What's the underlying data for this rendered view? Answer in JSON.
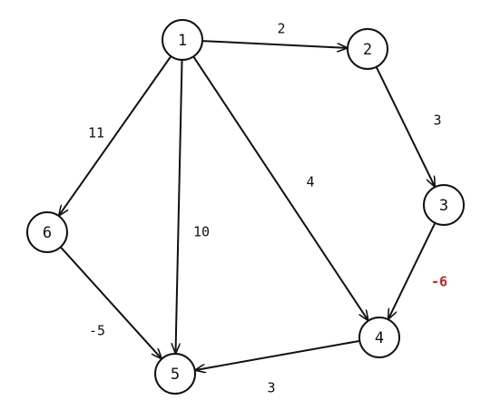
{
  "diagram": {
    "type": "directed-weighted-graph",
    "highlight_color": "#cc2222",
    "line_color": "#111111",
    "nodes": [
      {
        "id": "1",
        "label": "1"
      },
      {
        "id": "2",
        "label": "2"
      },
      {
        "id": "3",
        "label": "3"
      },
      {
        "id": "4",
        "label": "4"
      },
      {
        "id": "5",
        "label": "5"
      },
      {
        "id": "6",
        "label": "6"
      }
    ],
    "edges": [
      {
        "from": "1",
        "to": "2",
        "weight": "2"
      },
      {
        "from": "2",
        "to": "3",
        "weight": "3"
      },
      {
        "from": "3",
        "to": "4",
        "weight": "-6",
        "highlight": true
      },
      {
        "from": "1",
        "to": "4",
        "weight": "4"
      },
      {
        "from": "1",
        "to": "5",
        "weight": "10"
      },
      {
        "from": "1",
        "to": "6",
        "weight": "11"
      },
      {
        "from": "6",
        "to": "5",
        "weight": "-5"
      },
      {
        "from": "4",
        "to": "5",
        "weight": "3"
      }
    ]
  }
}
